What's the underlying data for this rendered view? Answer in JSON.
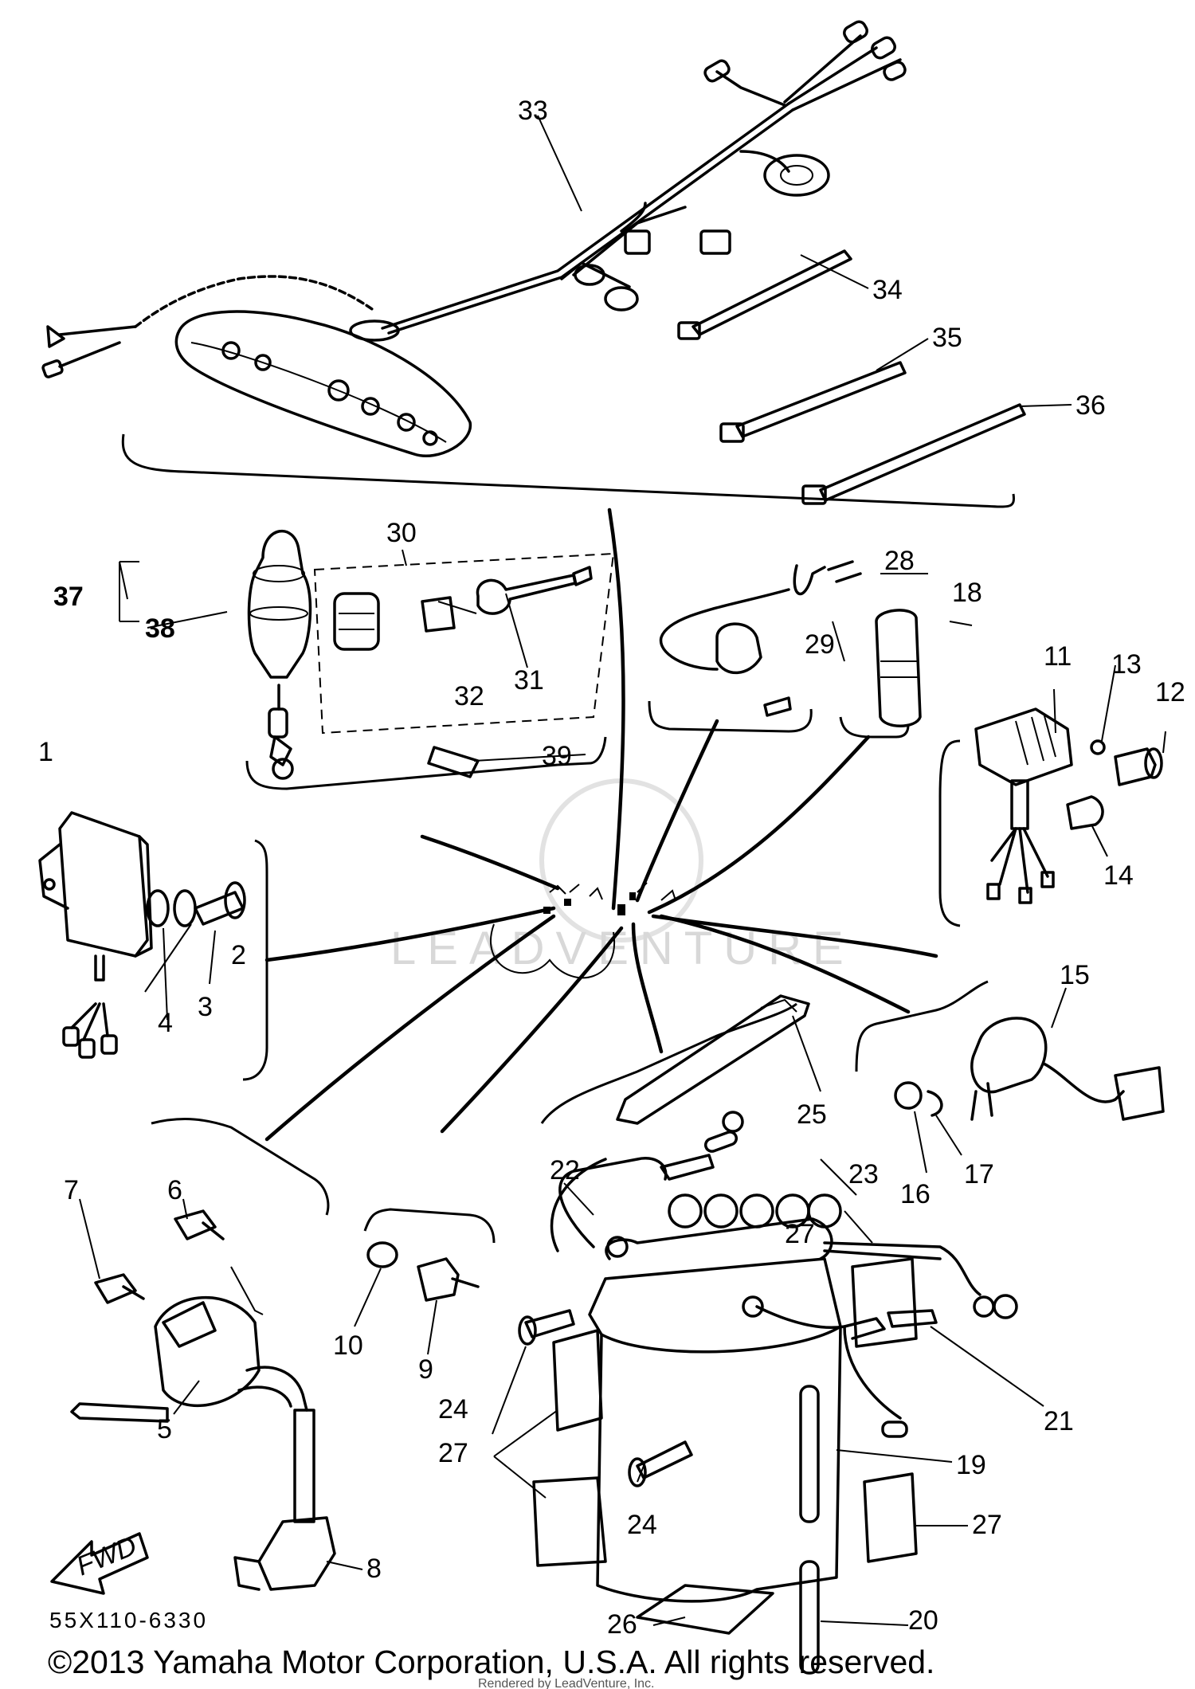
{
  "diagram": {
    "drawing_code": "55X110-6330",
    "direction_marker": "FWD",
    "copyright": "©2013 Yamaha Motor Corporation, U.S.A. All rights reserved.",
    "rendered_by": "Rendered by LeadVenture, Inc.",
    "watermark": "LEADVENTURE"
  },
  "callouts": {
    "c1": "1",
    "c2": "2",
    "c3": "3",
    "c4": "4",
    "c5": "5",
    "c6": "6",
    "c7": "7",
    "c8": "8",
    "c9": "9",
    "c10": "10",
    "c11": "11",
    "c12": "12",
    "c13": "13",
    "c14": "14",
    "c15": "15",
    "c16": "16",
    "c17": "17",
    "c18": "18",
    "c19": "19",
    "c20": "20",
    "c21": "21",
    "c22": "22",
    "c23": "23",
    "c24a": "24",
    "c24b": "24",
    "c25": "25",
    "c26": "26",
    "c27a": "27",
    "c27b": "27",
    "c27c": "27",
    "c28": "28",
    "c29": "29",
    "c30": "30",
    "c31": "31",
    "c32": "32",
    "c33": "33",
    "c34": "34",
    "c35": "35",
    "c36": "36",
    "c37": "37",
    "c38": "38",
    "c39": "39"
  }
}
